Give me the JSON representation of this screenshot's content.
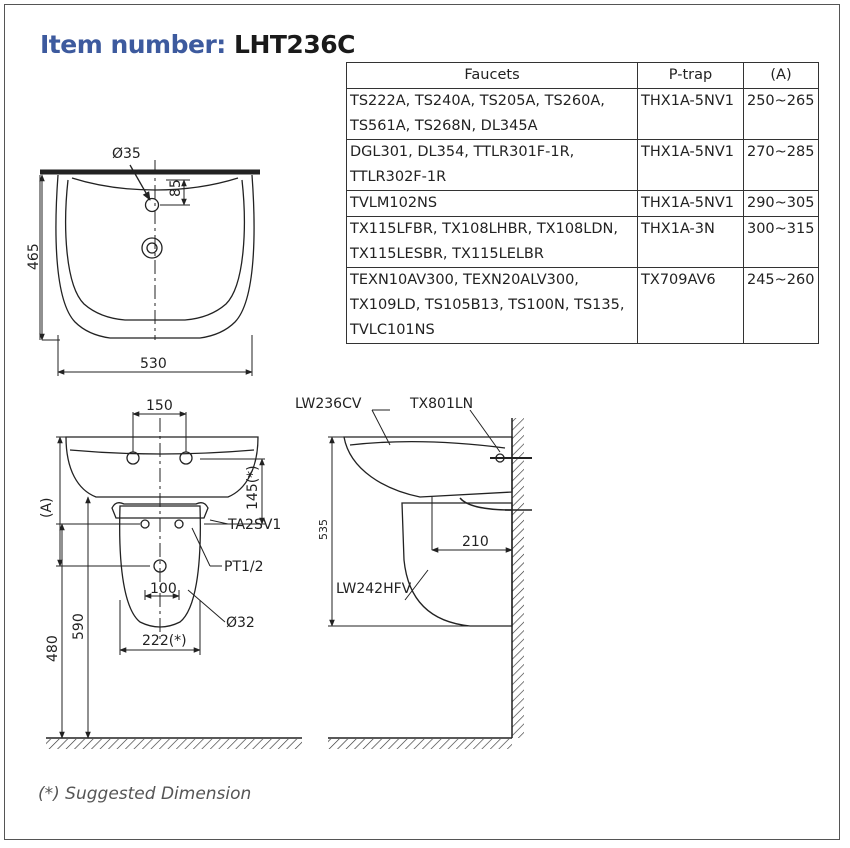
{
  "title": {
    "label": "Item number:",
    "number": "LHT236C"
  },
  "table": {
    "headers": [
      "Faucets",
      "P-trap",
      "(A)"
    ],
    "rows": [
      {
        "faucets": "TS222A, TS240A, TS205A, TS260A, TS561A, TS268N, DL345A",
        "ptrap": "THX1A-5NV1",
        "a": "250~265"
      },
      {
        "faucets": "DGL301, DL354, TTLR301F-1R, TTLR302F-1R",
        "ptrap": "THX1A-5NV1",
        "a": "270~285"
      },
      {
        "faucets": "TVLM102NS",
        "ptrap": "THX1A-5NV1",
        "a": "290~305"
      },
      {
        "faucets": "TX115LFBR, TX108LHBR, TX108LDN, TX115LESBR, TX115LELBR",
        "ptrap": "THX1A-3N",
        "a": "300~315"
      },
      {
        "faucets": "TEXN10AV300, TEXN20ALV300, TX109LD, TS105B13, TS100N, TS135, TVLC101NS",
        "ptrap": "TX709AV6",
        "a": "245~260"
      }
    ]
  },
  "top_view": {
    "d35": "Ø35",
    "d85": "85",
    "h465": "465",
    "w530": "530"
  },
  "front_view": {
    "d150": "150",
    "d145": "145(*)",
    "a": "(A)",
    "ta2sv1": "TA2SV1",
    "pt12": "PT1/2",
    "d100": "100",
    "d32": "Ø32",
    "d222": "222(*)",
    "h480": "480",
    "h590": "590"
  },
  "side_view": {
    "lw236cv": "LW236CV",
    "tx801ln": "TX801LN",
    "h535": "535",
    "d210": "210",
    "lw242hfv": "LW242HFV"
  },
  "note": "(*) Suggested Dimension"
}
